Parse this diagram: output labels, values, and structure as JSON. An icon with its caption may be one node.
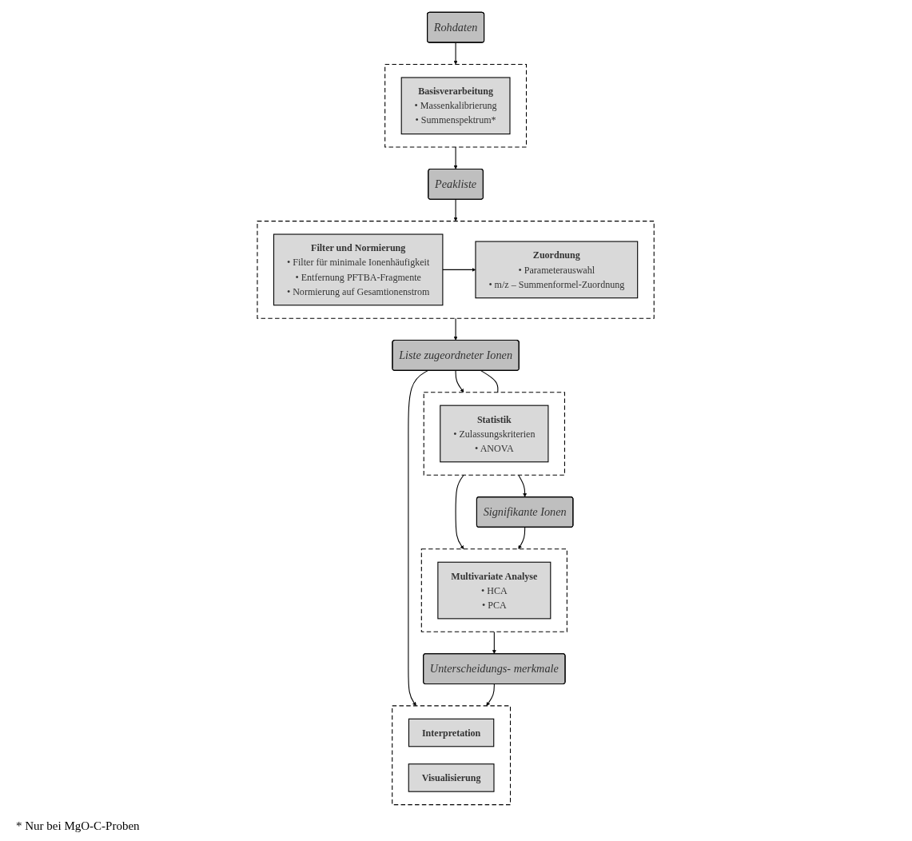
{
  "diagram": {
    "nodes": [
      {
        "text": [
          "Rohdaten"
        ]
      },
      {
        "text": [],
        "shape": "box"
      },
      {
        "text": [
          "Basisverarbeitung",
          "• Massenkalibrierung",
          "• Summenspektrum*"
        ],
        "in": 1
      },
      {
        "text": [
          "Peakliste"
        ]
      },
      {
        "text": [],
        "shape": "box"
      },
      {
        "text": [
          "Zuordnung",
          "• Parameterauswahl",
          "• m/z – Summenformel-Zuordnung"
        ],
        "in": 4
      },
      {
        "text": [
          "Filter und Normierung",
          "• Filter für minimale Ionenhäufigkeit",
          "• Entfernung PFTBA-Fragmente",
          "• Normierung auf Gesamtionenstrom"
        ],
        "in": 4
      },
      {
        "text": [
          "Liste zugeordneter Ionen"
        ]
      },
      {
        "text": [],
        "shape": "box"
      },
      {
        "text": [
          "Statistik",
          "• Zulassungskriterien",
          "• ANOVA"
        ],
        "in": 8
      },
      {
        "text": [
          "Signifikante Ionen"
        ]
      },
      {
        "text": [],
        "shape": "box"
      },
      {
        "text": [
          "Interpretation"
        ],
        "in": 11
      },
      {
        "text": [
          "Visualisierung"
        ],
        "in": 11
      },
      {
        "text": [
          "Unterscheidungs- merkmale"
        ]
      },
      {
        "text": [],
        "shape": "box"
      },
      {
        "text": [
          "Multivariate Analyse",
          "• HCA",
          "• PCA"
        ],
        "in": 15
      }
    ],
    "edges": [
      {
        "from": 0,
        "to": 1,
        "arrow": "to"
      },
      {
        "from": 1,
        "to": 3,
        "arrow": "to"
      },
      {
        "from": 3,
        "to": 4,
        "arrow": "to"
      },
      {
        "from": 6,
        "to": 5,
        "arrow": "to"
      },
      {
        "from": 4,
        "to": 7,
        "arrow": "to"
      },
      {
        "from": 7,
        "to": 8,
        "arrow": "to"
      },
      {
        "from": 7,
        "to": 8,
        "arrow": "none"
      },
      {
        "from": 8,
        "to": 10,
        "arrow": "to"
      },
      {
        "from": 8,
        "to": 15,
        "arrow": "to"
      },
      {
        "from": 10,
        "to": 15,
        "arrow": "to"
      },
      {
        "from": 7,
        "to": 11,
        "arrow": "to"
      },
      {
        "from": 15,
        "to": 14,
        "arrow": "to"
      },
      {
        "from": 14,
        "to": 11,
        "arrow": "to"
      }
    ],
    "labels": [
      "* Nur bei MgO-C-Proben"
    ]
  }
}
